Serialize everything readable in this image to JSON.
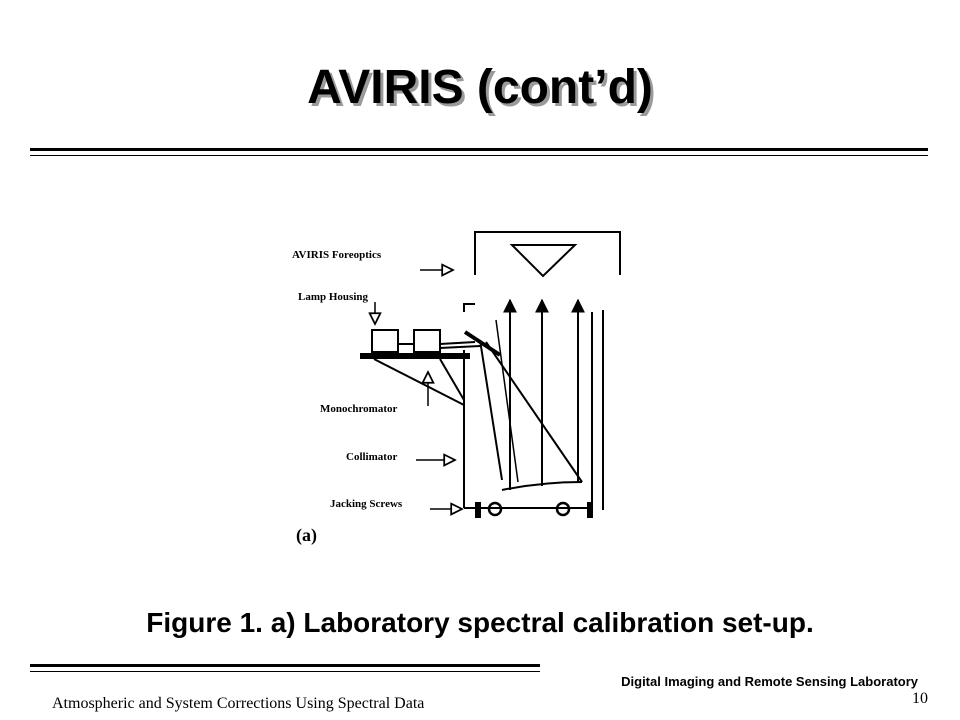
{
  "slide": {
    "title": "AVIRIS (cont’d)",
    "caption": "Figure 1.  a) Laboratory spectral calibration set-up."
  },
  "figure": {
    "labels": {
      "foreoptics": "AVIRIS Foreoptics",
      "lamp_housing": "Lamp Housing",
      "monochromator": "Monochromator",
      "collimator": "Collimator",
      "jacking_screws": "Jacking Screws",
      "panel": "(a)"
    }
  },
  "footer": {
    "lab_name": "Digital Imaging and Remote Sensing Laboratory",
    "page_number": "10",
    "presentation_title": "Atmospheric and System Corrections Using Spectral Data"
  }
}
